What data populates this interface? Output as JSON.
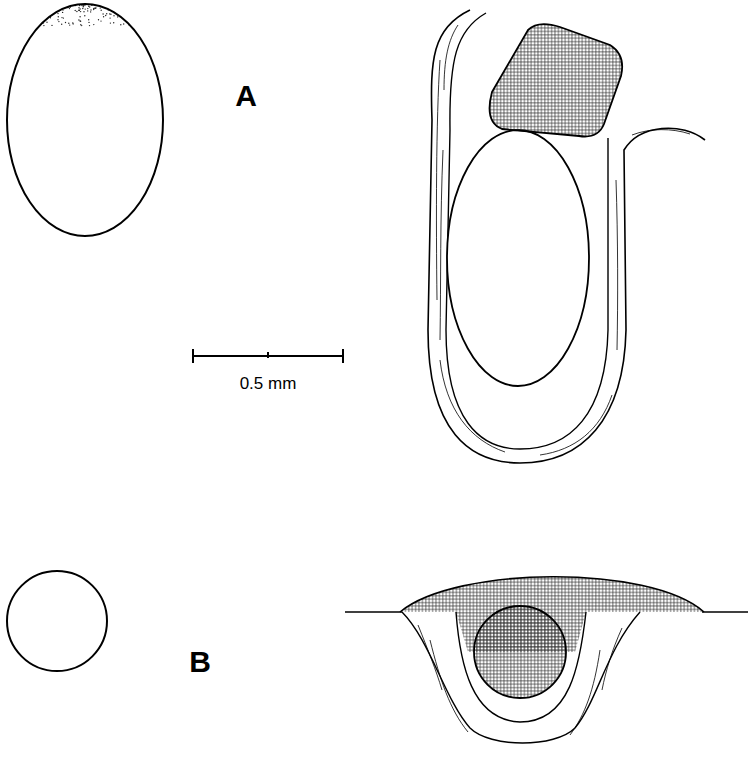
{
  "diagram": {
    "labels": [
      "A",
      "0.5 mm",
      "B"
    ]
  }
}
